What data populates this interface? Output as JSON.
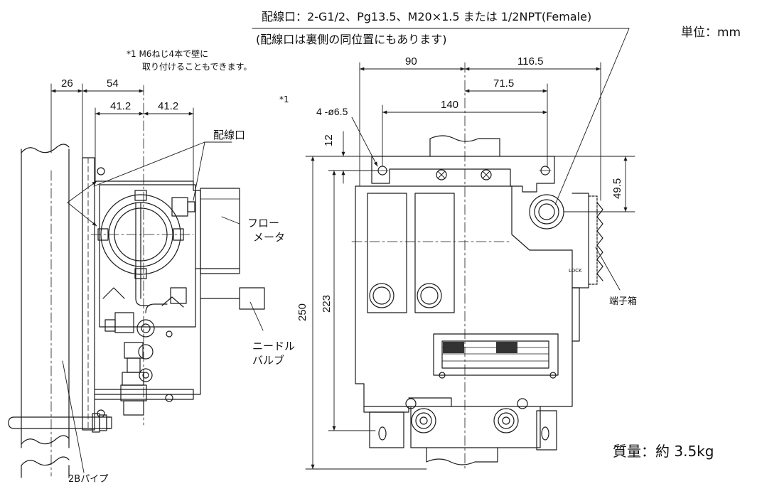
{
  "wiring_port_spec": "配線口：2-G1/2、Pg13.5、M20×1.5 または 1/2NPT(Female)",
  "wiring_port_note": "(配線口は裏側の同位置にもあります)",
  "unit_label": "単位：mm",
  "mount_note_line1": "*1 M6ねじ4本で壁に",
  "mount_note_line2": "取り付けることもできます。",
  "mount_note_ref": "*1",
  "labels": {
    "wiring_port": "配線口",
    "flowmeter_line1": "フロー",
    "flowmeter_line2": "メータ",
    "needle_valve_line1": "ニードル",
    "needle_valve_line2": "バルブ",
    "pipe": "2Bパイプ",
    "terminal_box": "端子箱",
    "lock": "LOCK"
  },
  "dimensions": {
    "d26": "26",
    "d54": "54",
    "d41_2_left": "41.2",
    "d41_2_right": "41.2",
    "d90": "90",
    "d116_5": "116.5",
    "d71_5": "71.5",
    "d140": "140",
    "hole": "4 -ø6.5",
    "d12": "12",
    "d49_5": "49.5",
    "d250": "250",
    "d223": "223"
  },
  "mass": "質量：約 3.5kg",
  "colors": {
    "line": "#1a1a1a",
    "background": "#ffffff"
  }
}
